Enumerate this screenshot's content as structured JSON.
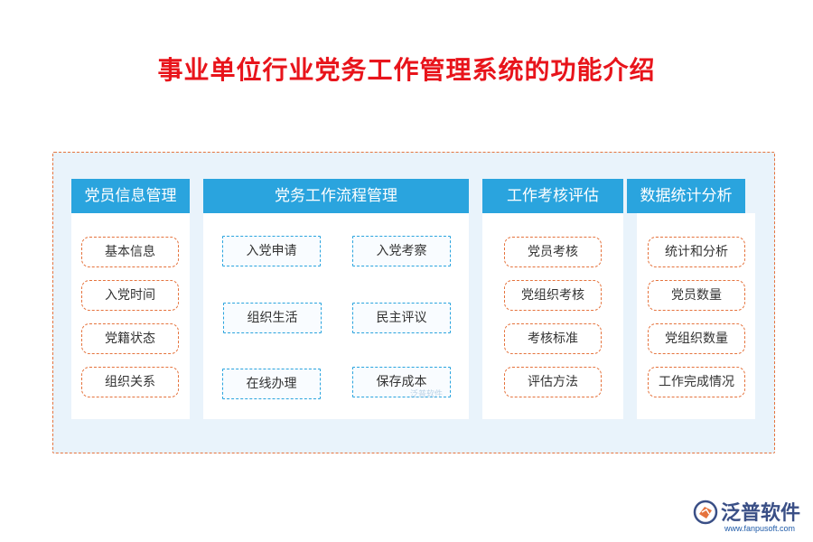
{
  "title": "事业单位行业党务工作管理系统的功能介绍",
  "columns": [
    {
      "header": "党员信息管理",
      "items": [
        "基本信息",
        "入党时间",
        "党籍状态",
        "组织关系"
      ]
    },
    {
      "header": "党务工作流程管理",
      "items": [
        "入党申请",
        "入党考察",
        "组织生活",
        "民主评议",
        "在线办理",
        "保存成本"
      ]
    },
    {
      "header": "工作考核评估",
      "items": [
        "党员考核",
        "党组织考核",
        "考核标准",
        "评估方法"
      ]
    },
    {
      "header": "数据统计分析",
      "items": [
        "统计和分析",
        "党员数量",
        "党组织数量",
        "工作完成情况"
      ]
    }
  ],
  "watermark": "泛普软件",
  "logo": {
    "name": "泛普软件",
    "url": "www.fanpusoft.com"
  },
  "colors": {
    "title": "#e8141b",
    "header": "#2aa4de",
    "frame": "#e5733d",
    "background": "#e9f3fb"
  }
}
